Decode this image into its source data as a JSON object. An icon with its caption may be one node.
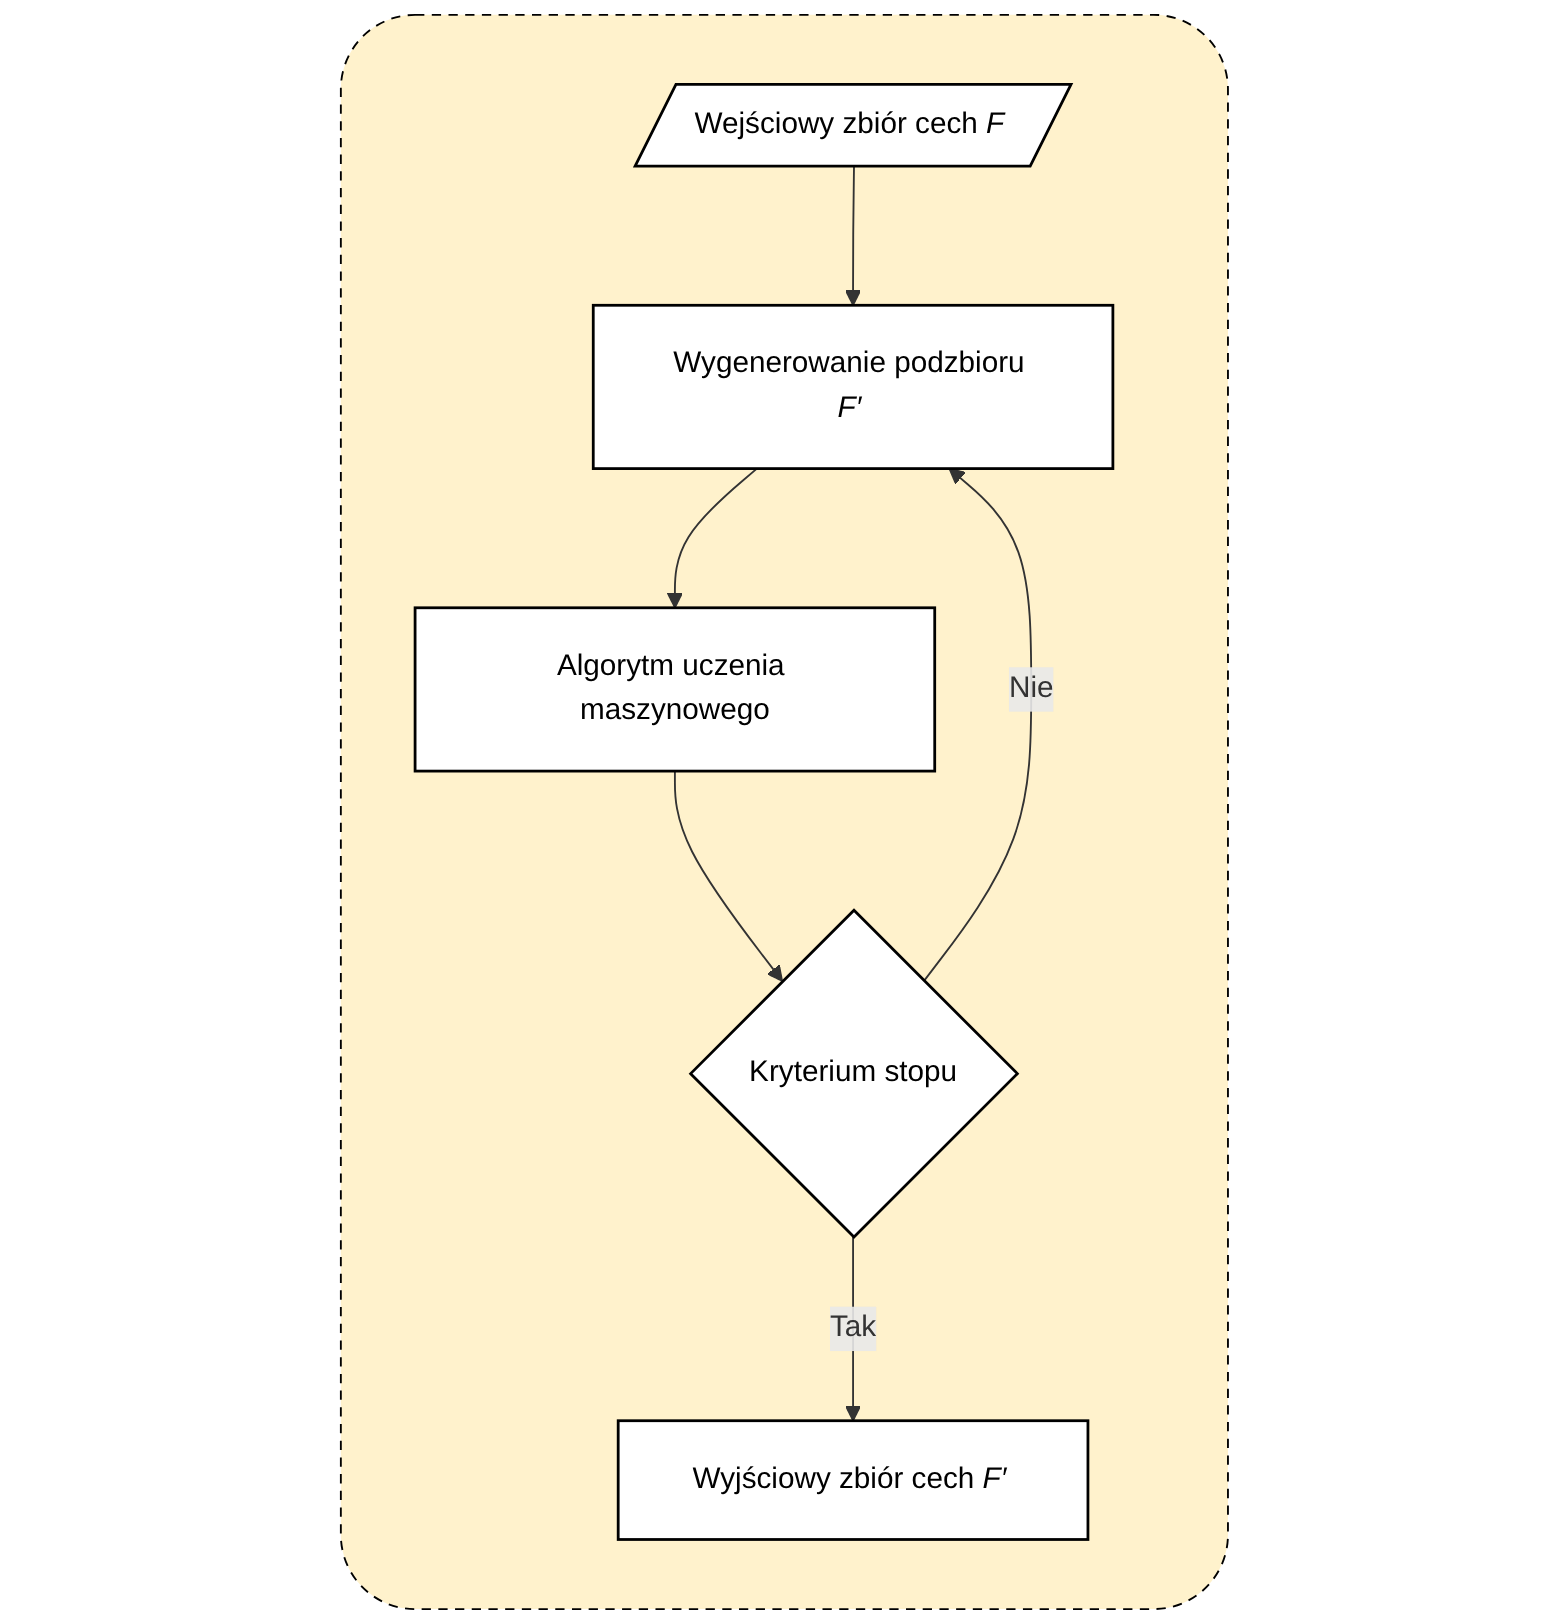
{
  "diagram": {
    "nodes": [
      {
        "text": [],
        "shape": "box"
      },
      {
        "text": [
          "Wejściowy zbiór cech *F*"
        ],
        "in": 0
      },
      {
        "text": [
          "Wygenerowanie podzbioru *F′*"
        ],
        "in": 0
      },
      {
        "text": [
          "Algorytm uczenia maszynowego"
        ],
        "in": 0
      },
      {
        "text": [
          "Kryterium stopu"
        ],
        "in": 0
      },
      {
        "text": [
          "Wyjściowy zbiór cech *F′*"
        ],
        "in": 0
      }
    ],
    "edges": [
      {
        "from": 1,
        "to": 2,
        "arrow": "to"
      },
      {
        "from": 2,
        "to": 3,
        "arrow": "to"
      },
      {
        "from": 3,
        "to": 4,
        "arrow": "to"
      },
      {
        "from": 4,
        "to": 5,
        "label": "Tak",
        "arrow": "to"
      },
      {
        "from": 4,
        "to": 2,
        "label": "Nie",
        "arrow": "to"
      }
    ]
  }
}
